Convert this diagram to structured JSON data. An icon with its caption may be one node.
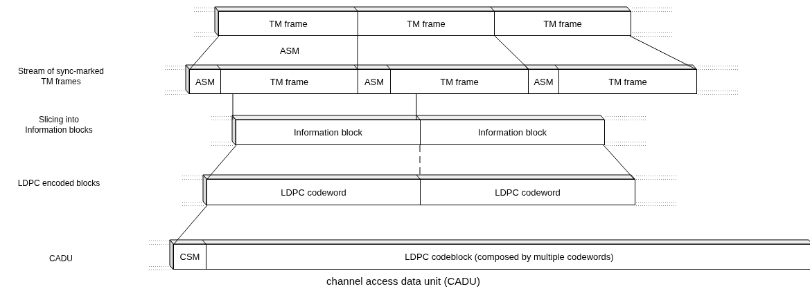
{
  "diagram": {
    "caption": "channel access data unit (CADU)",
    "nodes": [
      {
        "text": [
          "TM frame"
        ]
      },
      {
        "text": [
          "TM frame"
        ]
      },
      {
        "text": [
          "TM frame"
        ]
      },
      {
        "text": [
          "ASM"
        ]
      },
      {
        "text": [
          "TM frame"
        ]
      },
      {
        "text": [
          "ASM"
        ]
      },
      {
        "text": [
          "TM frame"
        ]
      },
      {
        "text": [
          "ASM"
        ]
      },
      {
        "text": [
          "TM frame"
        ]
      },
      {
        "text": [
          "Information block"
        ]
      },
      {
        "text": [
          "Information block"
        ]
      },
      {
        "text": [
          "LDPC codeword"
        ]
      },
      {
        "text": [
          "LDPC codeword"
        ]
      },
      {
        "text": [
          "CSM"
        ]
      },
      {
        "text": [
          "LDPC codeblock (composed by multiple codewords)"
        ]
      }
    ],
    "edges": [
      {
        "from": 0,
        "to": 3,
        "arrow": "none"
      },
      {
        "from": 1,
        "to": 5,
        "arrow": "none"
      },
      {
        "from": 2,
        "to": 7,
        "arrow": "none"
      },
      {
        "from": 2,
        "to": 8,
        "arrow": "none"
      },
      {
        "from": 4,
        "to": 9,
        "arrow": "none"
      },
      {
        "from": 6,
        "to": 9,
        "arrow": "none"
      },
      {
        "from": 9,
        "to": 11,
        "arrow": "none"
      },
      {
        "from": 10,
        "to": 12,
        "arrow": "none",
        "style": "dashed"
      },
      {
        "from": 10,
        "to": 12,
        "arrow": "none"
      },
      {
        "from": 11,
        "to": 13,
        "arrow": "none"
      }
    ],
    "labels": [
      "ASM",
      "Stream of sync-marked TM frames",
      "Slicing into Information blocks",
      "LDPC encoded blocks",
      "CADU"
    ]
  }
}
